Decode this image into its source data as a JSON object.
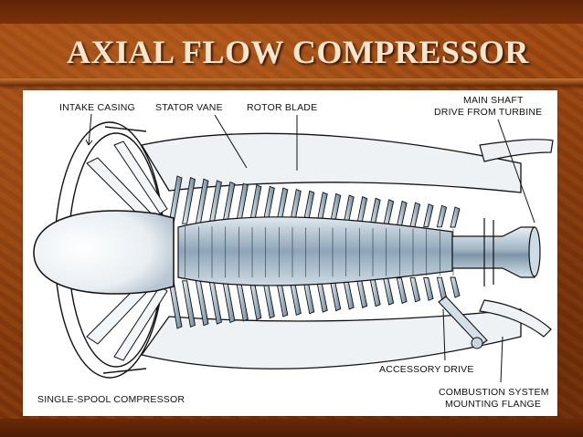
{
  "slide": {
    "title": "AXIAL FLOW COMPRESSOR"
  },
  "diagram": {
    "labels": {
      "intake_casing": "INTAKE CASING",
      "stator_vane": "STATOR VANE",
      "rotor_blade": "ROTOR BLADE",
      "main_shaft_line1": "MAIN SHAFT",
      "main_shaft_line2": "DRIVE FROM TURBINE",
      "accessory_drive": "ACCESSORY DRIVE",
      "single_spool": "SINGLE-SPOOL COMPRESSOR",
      "combustion_line1": "COMBUSTION SYSTEM",
      "combustion_line2": "MOUNTING FLANGE"
    }
  },
  "colors": {
    "background": "#8a3d0c",
    "title_text": "#f5e6d0",
    "metal": "#b9c9d6",
    "ink": "#111111"
  }
}
